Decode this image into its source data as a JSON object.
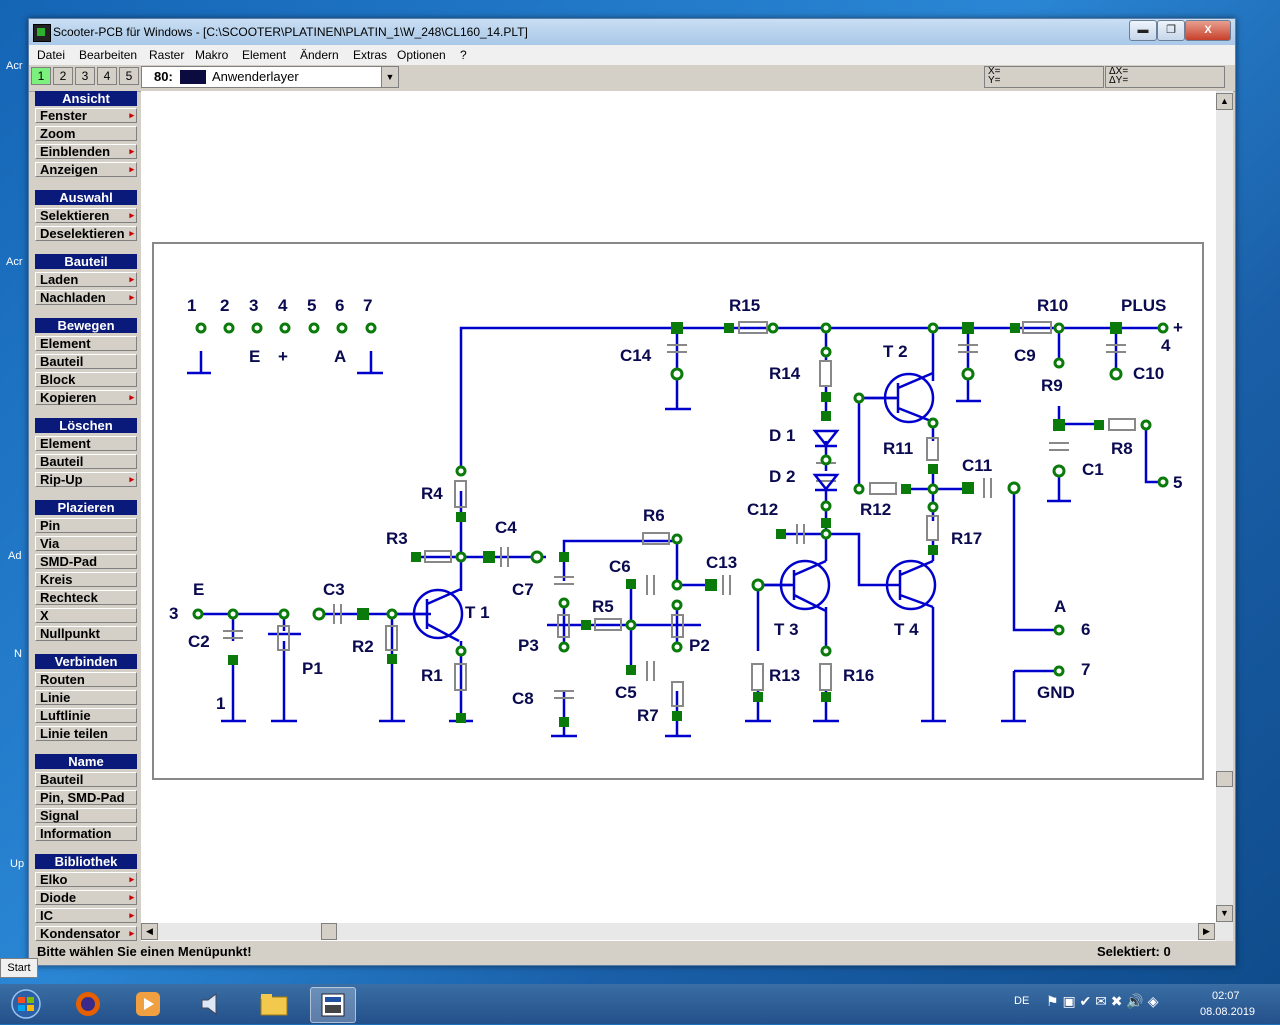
{
  "window": {
    "title": "Scooter-PCB für Windows - [C:\\SCOOTER\\PLATINEN\\PLATIN_1\\W_248\\CL160_14.PLT]",
    "min_label": "▬",
    "max_label": "❐",
    "close_label": "X"
  },
  "menubar": [
    "Datei",
    "Bearbeiten",
    "Raster",
    "Makro",
    "Element",
    "Ändern",
    "Extras",
    "Optionen",
    "?"
  ],
  "toolbar": {
    "layer_buttons": [
      "1",
      "2",
      "3",
      "4",
      "5"
    ],
    "layer_number": "80:",
    "layer_name": "Anwenderlayer",
    "coord_x": "X=",
    "coord_y": "Y=",
    "delta_x": "ΔX=",
    "delta_y": "ΔY="
  },
  "sidebar": {
    "ansicht": {
      "title": "Ansicht",
      "items": [
        "Fenster",
        "Zoom",
        "Einblenden",
        "Anzeigen"
      ]
    },
    "auswahl": {
      "title": "Auswahl",
      "items": [
        "Selektieren",
        "Deselektieren"
      ]
    },
    "bauteil": {
      "title": "Bauteil",
      "items": [
        "Laden",
        "Nachladen"
      ]
    },
    "bewegen": {
      "title": "Bewegen",
      "items": [
        "Element",
        "Bauteil",
        "Block",
        "Kopieren"
      ]
    },
    "loeschen": {
      "title": "Löschen",
      "items": [
        "Element",
        "Bauteil",
        "Rip-Up"
      ]
    },
    "plazieren": {
      "title": "Plazieren",
      "items": [
        "Pin",
        "Via",
        "SMD-Pad",
        "Kreis",
        "Rechteck",
        "X",
        "Nullpunkt"
      ]
    },
    "verbinden": {
      "title": "Verbinden",
      "items": [
        "Routen",
        "Linie",
        "Luftlinie",
        "Linie teilen"
      ]
    },
    "name": {
      "title": "Name",
      "items": [
        "Bauteil",
        "Pin, SMD-Pad",
        "Signal",
        "Information"
      ]
    },
    "bibliothek": {
      "title": "Bibliothek",
      "items": [
        "Elko",
        "Diode",
        "IC",
        "Kondensator"
      ]
    },
    "submenu_marker": "▸"
  },
  "schematic": {
    "terminal_numbers": [
      "1",
      "2",
      "3",
      "4",
      "5",
      "6",
      "7"
    ],
    "terminal_marks": [
      "E",
      "+",
      "A"
    ],
    "labels": {
      "r15": "R15",
      "r10": "R10",
      "plus": "PLUS",
      "plus_sign": "+",
      "four": "4",
      "c14": "C14",
      "t2": "T 2",
      "c9": "C9",
      "c10": "C10",
      "r14": "R14",
      "r9": "R9",
      "d1": "D 1",
      "r11": "R11",
      "r8": "R8",
      "d2": "D 2",
      "c11": "C11",
      "c1": "C1",
      "five": "5",
      "r4": "R4",
      "r12": "R12",
      "c12": "C12",
      "r17": "R17",
      "r6": "R6",
      "c4": "C4",
      "r3": "R3",
      "c13": "C13",
      "c6": "C6",
      "c7": "C7",
      "e": "E",
      "three": "3",
      "c3": "C3",
      "t1": "T 1",
      "r5": "R5",
      "a": "A",
      "six": "6",
      "c2": "C2",
      "p3": "P3",
      "p2": "P2",
      "t3": "T 3",
      "t4": "T 4",
      "r2": "R2",
      "p1": "P1",
      "r1": "R1",
      "r13": "R13",
      "r16": "R16",
      "seven": "7",
      "c5": "C5",
      "c8": "C8",
      "gnd": "GND",
      "one": "1",
      "r7": "R7"
    }
  },
  "statusbar": {
    "message": "Bitte wählen Sie einen Menüpunkt!",
    "selection": "Selektiert: 0"
  },
  "desktop": {
    "start_tooltip": "Start",
    "labels": [
      "Acr",
      "Acr",
      "Ad",
      "N",
      "Up"
    ]
  },
  "taskbar": {
    "lang": "DE",
    "time": "02:07",
    "date": "08.08.2019"
  }
}
